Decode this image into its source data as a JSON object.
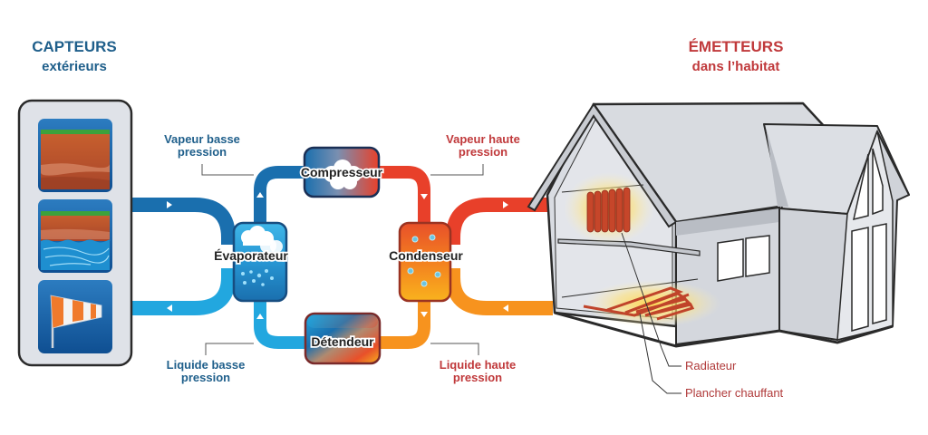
{
  "left_title": {
    "line1": "CAPTEURS",
    "line2": "extérieurs"
  },
  "right_title": {
    "line1": "ÉMETTEURS",
    "line2": "dans l’habitat"
  },
  "sources": [
    {
      "name": "ground-soil",
      "description": "Sol (géothermie horizontale)"
    },
    {
      "name": "groundwater",
      "description": "Nappe phréatique"
    },
    {
      "name": "air",
      "description": "Air extérieur (manche à air)"
    }
  ],
  "components": {
    "compressor": "Compresseur",
    "evaporator": "Évaporateur",
    "condenser": "Condenseur",
    "expansion_valve": "Détendeur"
  },
  "states": {
    "low_pressure_vapor": {
      "line1": "Vapeur basse",
      "line2": "pression"
    },
    "high_pressure_vapor": {
      "line1": "Vapeur haute",
      "line2": "pression"
    },
    "low_pressure_liquid": {
      "line1": "Liquide basse",
      "line2": "pression"
    },
    "high_pressure_liquid": {
      "line1": "Liquide haute",
      "line2": "pression"
    }
  },
  "emitters": {
    "radiator": "Radiateur",
    "floor_heating": "Plancher chauffant"
  },
  "colors": {
    "blue_dark": "#1a6fae",
    "blue_light": "#22a7df",
    "red": "#e8402a",
    "orange": "#f7931e",
    "title_blue": "#1f5f8b",
    "title_red": "#c0393b"
  }
}
